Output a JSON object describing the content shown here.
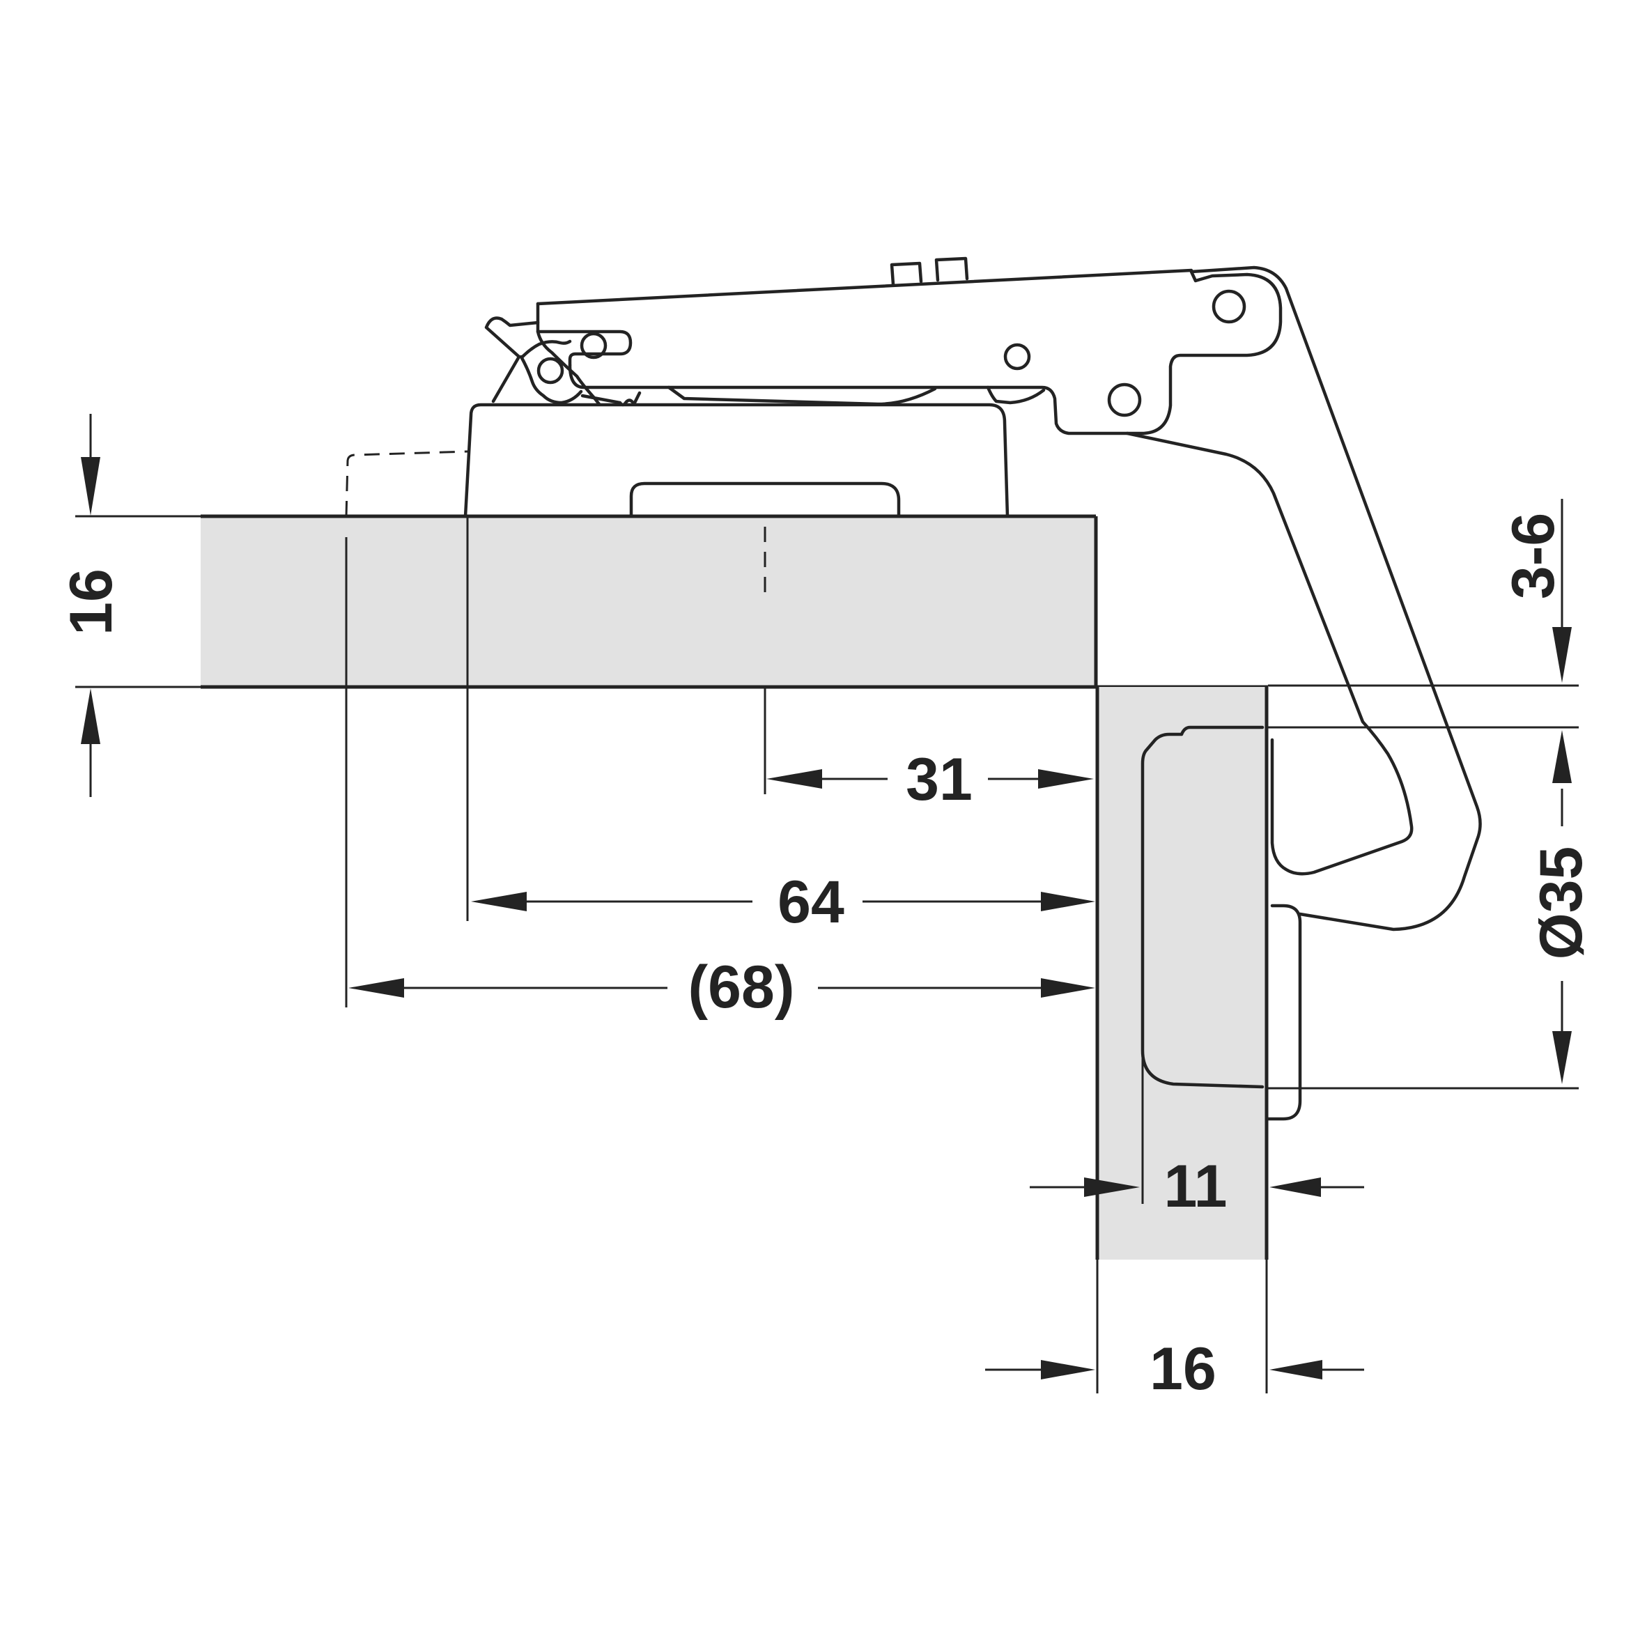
{
  "drawing": {
    "dimensions": {
      "panel_thickness_left": "16",
      "overlay": "3-6",
      "cup_offset": "31",
      "drill_distance": "64",
      "overall_depth": "(68)",
      "cup_diameter": "Ø35",
      "door_inset": "11",
      "door_thickness": "16"
    },
    "colors": {
      "line": "#232323",
      "panel_fill": "#e2e2e2",
      "background": "#ffffff"
    }
  }
}
